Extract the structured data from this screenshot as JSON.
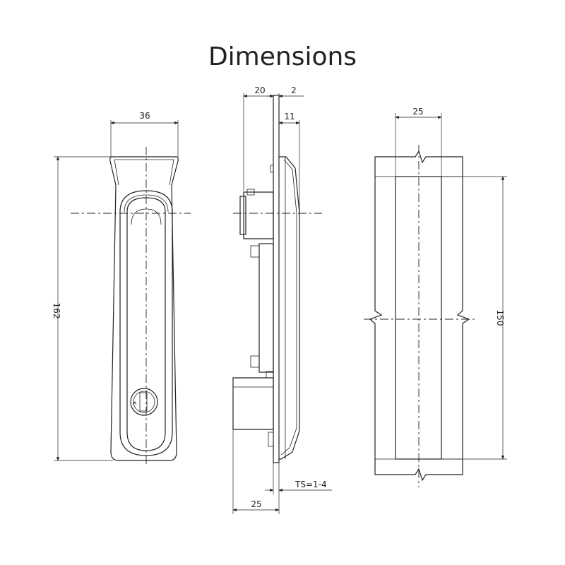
{
  "title": "Dimensions",
  "front_view": {
    "width_label": "36",
    "height_label": "162"
  },
  "side_view": {
    "depth_label": "20",
    "flange_label": "2",
    "projection_label": "11",
    "body_label": "25",
    "panel_label": "TS=1-4"
  },
  "cutout_view": {
    "width_label": "25",
    "height_label": "150"
  },
  "colors": {
    "line": "#222222",
    "background": "#ffffff"
  }
}
